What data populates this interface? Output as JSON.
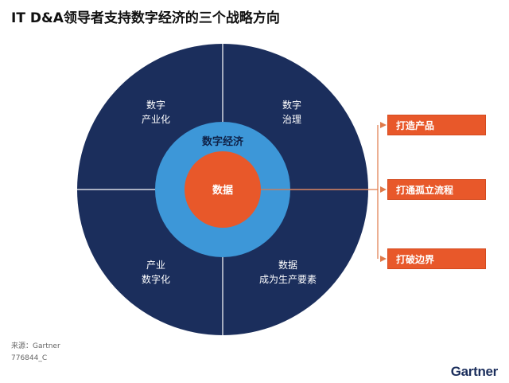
{
  "title": "IT D&A领导者支持数字经济的三个战略方向",
  "quadrants": {
    "top_left": [
      "数字",
      "产业化"
    ],
    "top_right": [
      "数字",
      "治理"
    ],
    "bottom_left": [
      "产业",
      "数字化"
    ],
    "bottom_right": [
      "数据",
      "成为生产要素"
    ]
  },
  "ring_label": "数字经济",
  "core_label": "数据",
  "directions": [
    "打造产品",
    "打通孤立流程",
    "打破边界"
  ],
  "source": "来源：Gartner",
  "doc_id": "776844_C",
  "logo": "Gartner",
  "colors": {
    "outer": "#1b2e5c",
    "ring": "#3d97d8",
    "core": "#e8582a",
    "connector": "#e07a4a"
  }
}
